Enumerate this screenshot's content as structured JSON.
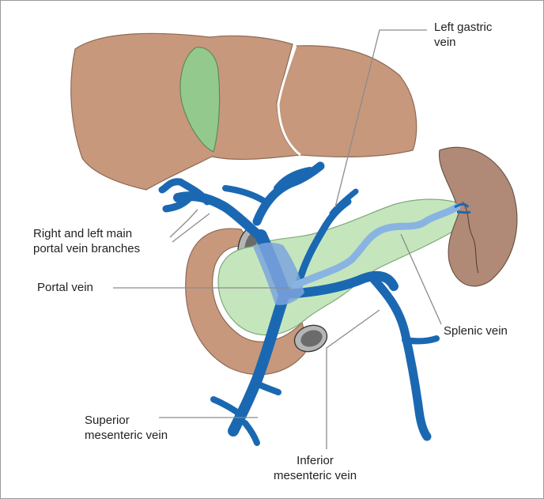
{
  "labels": {
    "left_gastric_vein": [
      "Left gastric",
      "vein"
    ],
    "portal_branches": [
      "Right and left main",
      "portal vein branches"
    ],
    "portal_vein": "Portal vein",
    "splenic_vein": "Splenic vein",
    "superior_mesenteric_vein": [
      "Superior",
      "mesenteric vein"
    ],
    "inferior_mesenteric_vein": [
      "Inferior",
      "mesenteric vein"
    ]
  },
  "colors": {
    "liver": "#c8987c",
    "gallbladder": "#93c98c",
    "pancreas": "#c5e6bd",
    "duodenum": "#c8987c",
    "spleen": "#b08a77",
    "vein": "#1b68b2",
    "portal_overlay": "#7da4dd",
    "splenic_segment": "#89b4e2",
    "leader_line": "#8c8c8c"
  }
}
